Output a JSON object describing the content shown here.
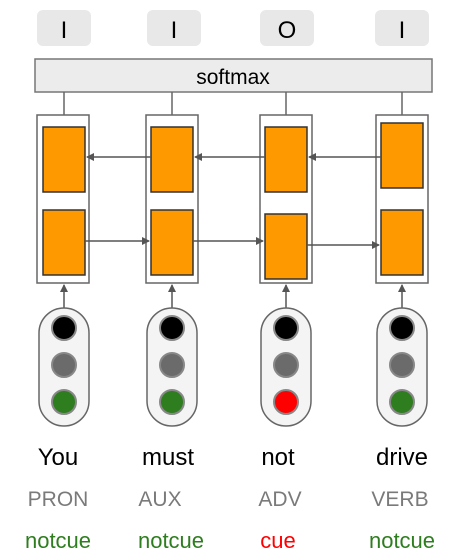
{
  "tags": [
    "I",
    "I",
    "O",
    "I"
  ],
  "softmax_label": "softmax",
  "words": [
    "You",
    "must",
    "not",
    "drive"
  ],
  "pos": [
    "PRON",
    "AUX",
    "ADV",
    "VERB"
  ],
  "cues": [
    "notcue",
    "notcue",
    "cue",
    "notcue"
  ],
  "colors": {
    "cell_fill": "#ff9900",
    "tag_box": "#e8e8e8",
    "softmax_box": "#ececec",
    "lstm_outline": "#666666",
    "light_black": "#000000",
    "light_gray": "#6b6b6b",
    "light_green": "#2e7d1f",
    "light_red": "#ff0000",
    "word_text": "#000000",
    "pos_text": "#7a7a7a",
    "notcue_text": "#2e7d1f",
    "cue_text": "#ff0000"
  },
  "cue_column_index": 2
}
